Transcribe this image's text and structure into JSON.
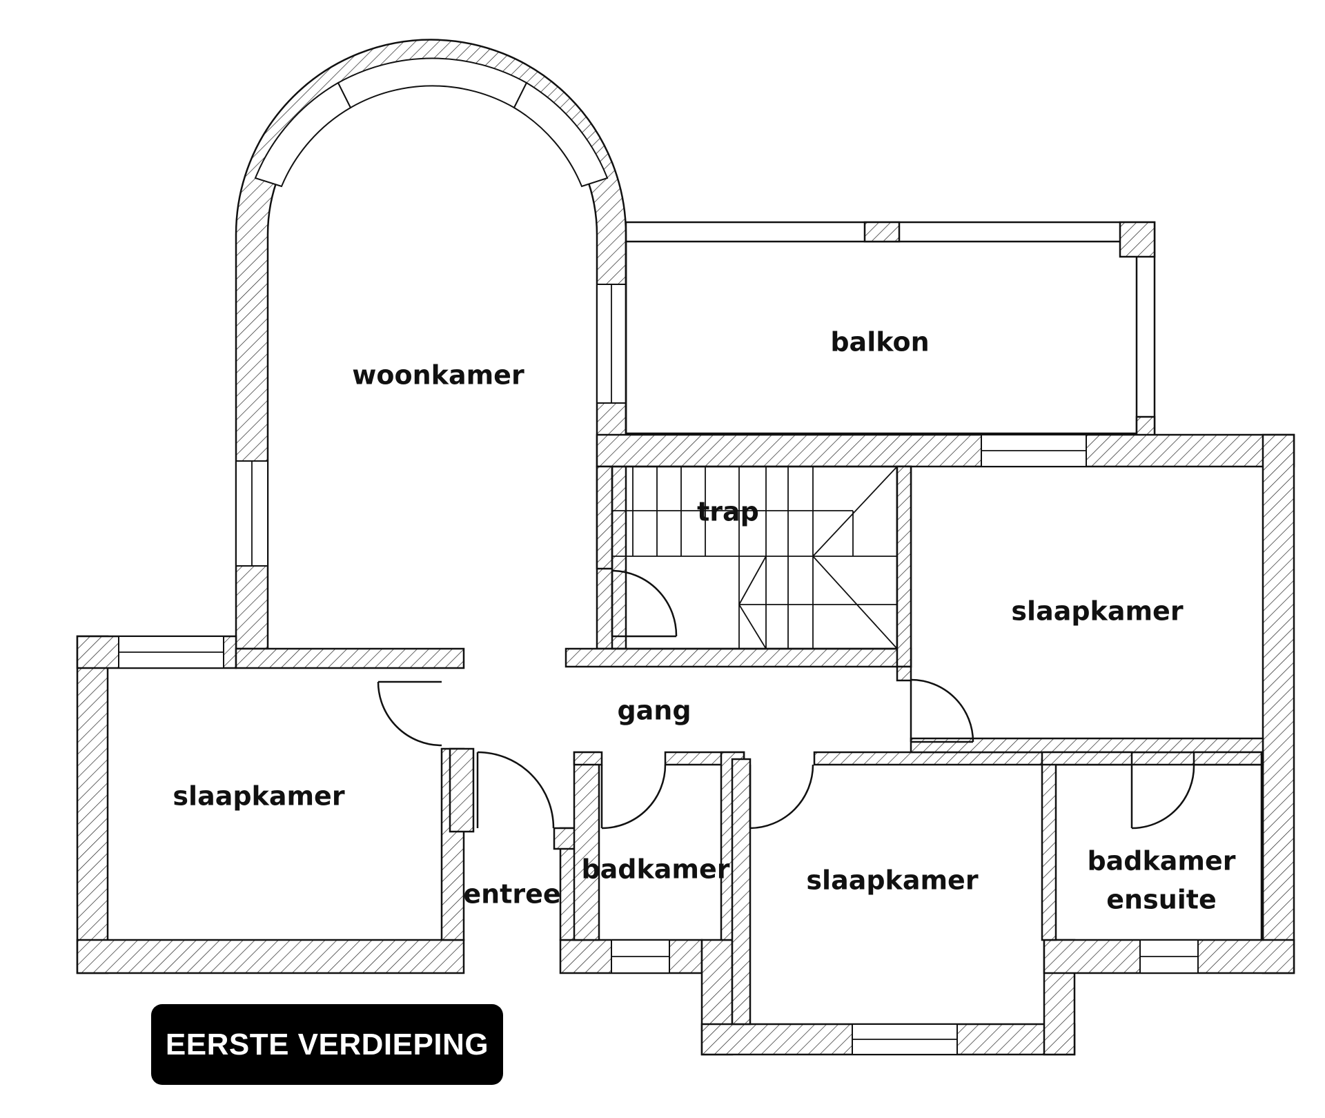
{
  "plan": {
    "floor_label": "EERSTE VERDIEPING",
    "rooms": {
      "woonkamer": "woonkamer",
      "balkon": "balkon",
      "trap": "trap",
      "slaapkamer_right": "slaapkamer",
      "gang": "gang",
      "slaapkamer_left": "slaapkamer",
      "entree": "entree",
      "badkamer": "badkamer",
      "slaapkamer_bottom": "slaapkamer",
      "badkamer_ensuite_line1": "badkamer",
      "badkamer_ensuite_line2": "ensuite"
    }
  },
  "colors": {
    "ink": "#111111",
    "badge_bg": "#000000",
    "badge_text": "#ffffff",
    "background": "#ffffff"
  }
}
